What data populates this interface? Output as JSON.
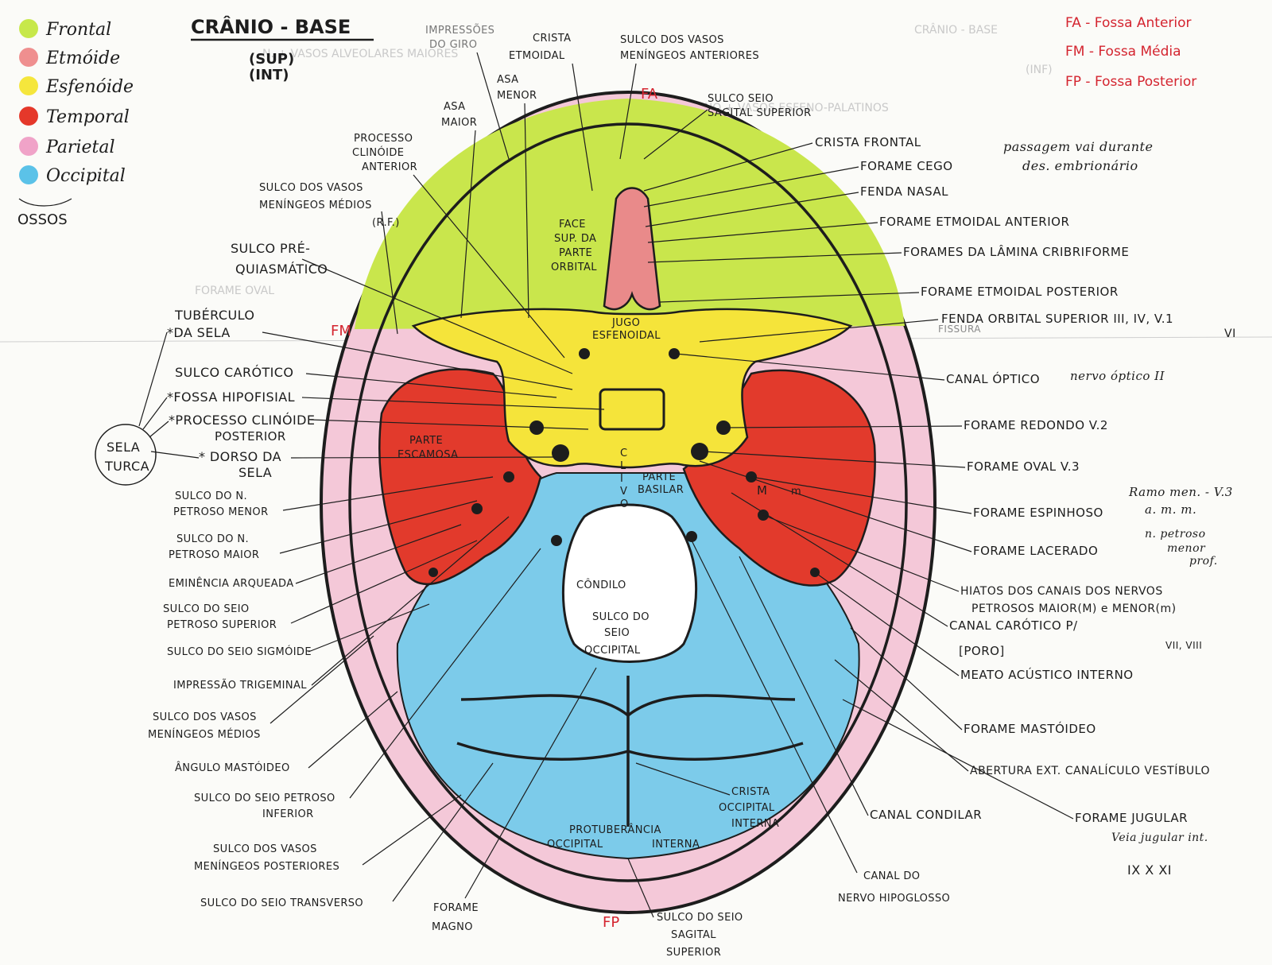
{
  "title": "CRÂNIO - BASE",
  "subtitle": [
    "(SUP)",
    "(INT)"
  ],
  "legend": {
    "items": [
      {
        "label": "Frontal",
        "color": "#c7e84a"
      },
      {
        "label": "Etmóide",
        "color": "#ef8f8f"
      },
      {
        "label": "Esfenóide",
        "color": "#f5e63c"
      },
      {
        "label": "Temporal",
        "color": "#e5382a"
      },
      {
        "label": "Parietal",
        "color": "#f0a3c8"
      },
      {
        "label": "Occipital",
        "color": "#5bc2e8"
      }
    ],
    "footer": "OSSOS"
  },
  "fossa_key": [
    {
      "code": "FA",
      "label": "FA - Fossa Anterior"
    },
    {
      "code": "FM",
      "label": "FM - Fossa Média"
    },
    {
      "code": "FP",
      "label": "FP - Fossa Posterior"
    }
  ],
  "fossa_marks": {
    "fa": "FA",
    "fm": "FM",
    "fp": "FP"
  },
  "regions": {
    "face_orbital": [
      "FACE",
      "SUP. DA",
      "PARTE",
      "ORBITAL"
    ],
    "jugo": [
      "JUGO",
      "ESFENOIDAL"
    ],
    "parte_escamosa": [
      "PARTE",
      "ESCAMOSA"
    ],
    "parte_basilar": [
      "PARTE",
      "BASILAR"
    ],
    "clivo": [
      "C",
      "L",
      "I",
      "V",
      "O"
    ],
    "conduto": "CÔNDILO",
    "sulco_occipital": [
      "SULCO DO",
      "SEIO",
      "OCCIPITAL"
    ],
    "m_mark": "M",
    "m_small": "m"
  },
  "top_labels": {
    "impressoes": [
      "IMPRESSÕES",
      "DO GIRO"
    ],
    "crista_etmoidal": [
      "CRISTA",
      "ETMOIDAL"
    ],
    "sulco_vasos_ant": [
      "SULCO DOS VASOS",
      "MENÍNGEOS ANTERIORES"
    ],
    "asa_menor": [
      "ASA",
      "MENOR"
    ],
    "asa_maior": [
      "ASA",
      "MAIOR"
    ],
    "sulco_sagital_sup": [
      "SULCO SEIO",
      "SAGITAL SUPERIOR"
    ]
  },
  "left_labels": {
    "processo_clinoide_ant": [
      "PROCESSO",
      "CLINÓIDE",
      "ANTERIOR"
    ],
    "sulco_vasos_medios_top": [
      "SULCO DOS VASOS",
      "MENÍNGEOS MÉDIOS",
      "(R.F.)"
    ],
    "sulco_prequiasmatico": [
      "SULCO PRÉ-",
      "QUIASMÁTICO"
    ],
    "tuberculo_sela": [
      "TUBÉRCULO",
      "*DA SELA"
    ],
    "sulco_carotico": "SULCO CARÓTICO",
    "fossa_hipofisial": "*FOSSA HIPOFISIAL",
    "processo_clinoide_post": [
      "*PROCESSO CLINÓIDE",
      "POSTERIOR"
    ],
    "dorso_sela": [
      "* DORSO DA",
      "SELA"
    ],
    "sela_turca": [
      "SELA",
      "TURCA"
    ],
    "sulco_petroso_menor": [
      "SULCO DO N.",
      "PETROSO MENOR"
    ],
    "sulco_petroso_maior": [
      "SULCO DO N.",
      "PETROSO MAIOR"
    ],
    "eminencia": "EMINÊNCIA ARQUEADA",
    "sulco_seio_petroso_sup": [
      "SULCO DO SEIO",
      "PETROSO SUPERIOR"
    ],
    "sulco_sigmoide": "SULCO DO SEIO SIGMÓIDE",
    "impressao_trigeminal": "IMPRESSÃO TRIGEMINAL",
    "sulco_vasos_medios": [
      "SULCO DOS VASOS",
      "MENÍNGEOS MÉDIOS"
    ],
    "angulo_mastoideo": "ÂNGULO MASTÓIDEO",
    "sulco_petroso_inf": [
      "SULCO DO SEIO PETROSO",
      "INFERIOR"
    ],
    "sulco_vasos_post": [
      "SULCO DOS VASOS",
      "MENÍNGEOS POSTERIORES"
    ],
    "sulco_transverso": "SULCO DO SEIO TRANSVERSO"
  },
  "bottom_labels": {
    "forame_magno": [
      "FORAME",
      "MAGNO"
    ],
    "sulco_sagital_sup_bottom": [
      "SULCO DO SEIO",
      "SAGITAL",
      "SUPERIOR"
    ],
    "protuberancia": [
      "PROTUBERÂNCIA",
      "OCCIPITAL",
      "INTERNA"
    ],
    "crista_occipital": [
      "CRISTA",
      "OCCIPITAL",
      "INTERNA"
    ],
    "canal_hipoglosso": [
      "CANAL DO",
      "NERVO HIPOGLOSSO"
    ]
  },
  "right_labels": {
    "crista_frontal": "CRISTA FRONTAL",
    "forame_cego": "FORAME CEGO",
    "forame_cego_note": [
      "passagem vai durante",
      "des. embrionário"
    ],
    "fenda_nasal": "FENDA NASAL",
    "forame_etmoidal_ant": "FORAME ETMOIDAL ANTERIOR",
    "forames_cribriforme": "FORAMES DA LÂMINA CRIBRIFORME",
    "forame_etmoidal_post": "FORAME ETMOIDAL POSTERIOR",
    "fenda_orbital_sup": "FENDA ORBITAL SUPERIOR III, IV, V.1",
    "fenda_orbital_vi": "VI",
    "fissura": "FISSURA",
    "canal_optico": "CANAL ÓPTICO",
    "nervo_optico": "nervo óptico II",
    "forame_redondo": "FORAME REDONDO V.2",
    "forame_oval": "FORAME OVAL V.3",
    "forame_espinhoso": "FORAME ESPINHOSO",
    "forame_espinhoso_note": [
      "Ramo men. - V.3",
      "a. m. m."
    ],
    "forame_lacerado": "FORAME LACERADO",
    "forame_lacerado_note": [
      "n. petroso",
      "menor",
      "prof."
    ],
    "hiatos": [
      "HIATOS DOS CANAIS DOS NERVOS",
      "PETROSOS MAIOR(M) e MENOR(m)"
    ],
    "canal_carotico": "CANAL CARÓTICO P/",
    "poro": "[PORO]",
    "meato": "MEATO ACÚSTICO INTERNO",
    "meato_nerves": "VII, VIII",
    "forame_mastoideo": "FORAME MASTÓIDEO",
    "abertura": "ABERTURA EXT. CANALÍCULO VESTÍBULO",
    "canal_condilar": "CANAL CONDILAR",
    "forame_jugular": "FORAME JUGULAR",
    "jugular_note": "Veia jugular int.",
    "jugular_nerves": "IX X XI"
  },
  "ghost_text": {
    "top_right": "CRÂNIO - BASE",
    "top_right_sub": "(INF)",
    "mirror_1": "N. + VASOS ALVEOLARES MAIORES",
    "mirror_2": "N. NASOPALATINO + VASOS ESFENO-PALATINOS",
    "mirror_3": "FORAME OVAL"
  }
}
